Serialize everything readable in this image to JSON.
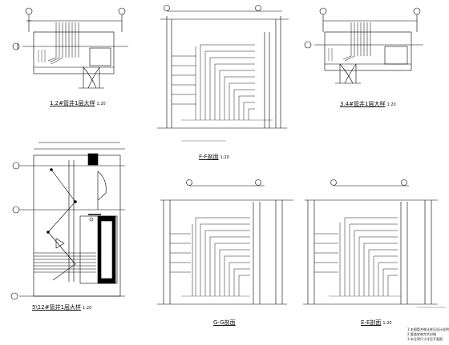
{
  "drawings": {
    "plan_top_left": {
      "title": "1.2#管井1层大样",
      "scale": "1:20"
    },
    "plan_top_right": {
      "title": "3.4#管井1层大样",
      "scale": "1:20"
    },
    "plan_bottom_left": {
      "title": "5\\12#管井1层大样",
      "scale": "1:20"
    },
    "section_f": {
      "title": "F-F剖面",
      "scale": "1:20"
    },
    "section_g": {
      "title": "G-G剖面",
      "scale": ""
    },
    "section_e": {
      "title": "E-E剖面",
      "scale": "1:20"
    }
  },
  "notes": [
    "1.本图管井做法参见设计说明",
    "2.管道安装完毕封堵",
    "3.未注明尺寸详见平面图"
  ]
}
